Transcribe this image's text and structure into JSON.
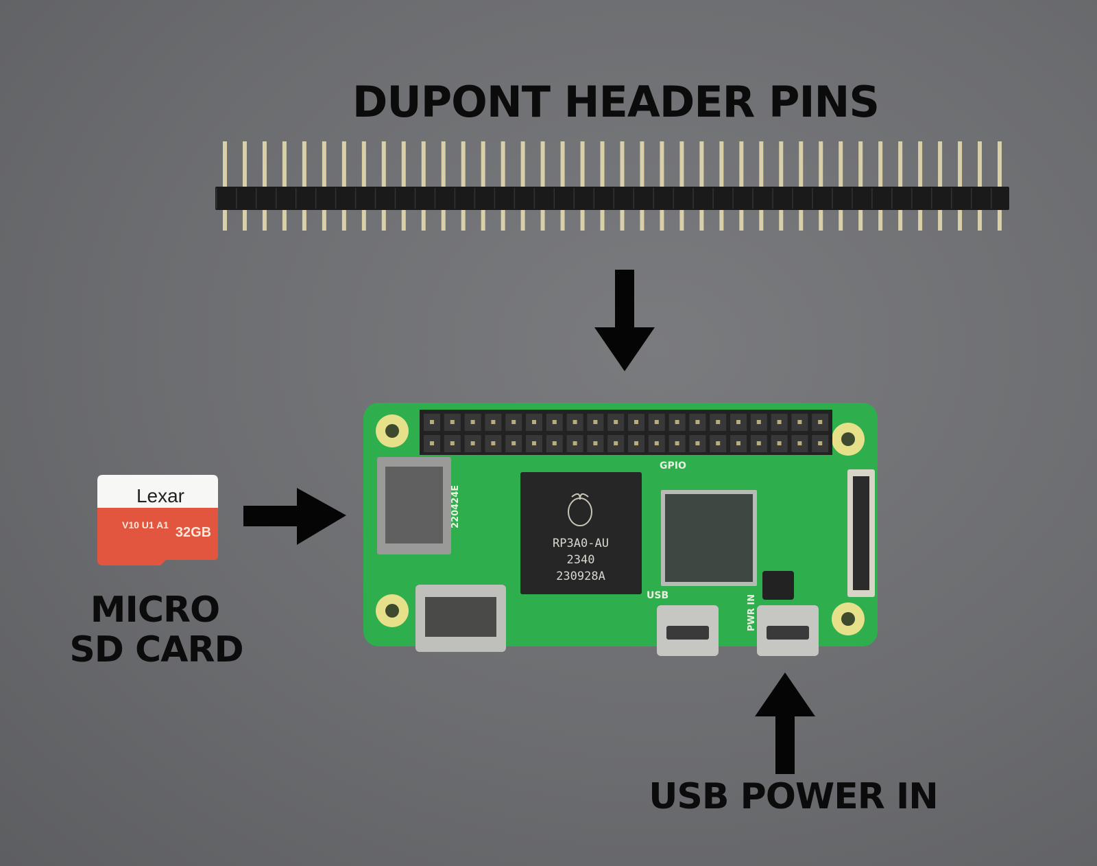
{
  "labels": {
    "header_pins": "DUPONT HEADER PINS",
    "micro_sd_line1": "MICRO",
    "micro_sd_line2": "SD CARD",
    "usb_power": "USB POWER IN"
  },
  "sd_card": {
    "brand": "Lexar",
    "capacity": "32GB",
    "class_marks": "V10 U1 A1"
  },
  "board": {
    "soc_line1": "RP3A0-AU",
    "soc_line2": "2340",
    "soc_line3": "230928A",
    "silk_gpio": "GPIO",
    "silk_usb": "USB",
    "silk_pwr": "PWR IN",
    "silk_code": "220424E"
  },
  "colors": {
    "background": "#6e6f71",
    "pcb": "#2fae4e",
    "label": "#0b0b0b",
    "sd_red": "#e2553f"
  },
  "header_pin_count": 40
}
